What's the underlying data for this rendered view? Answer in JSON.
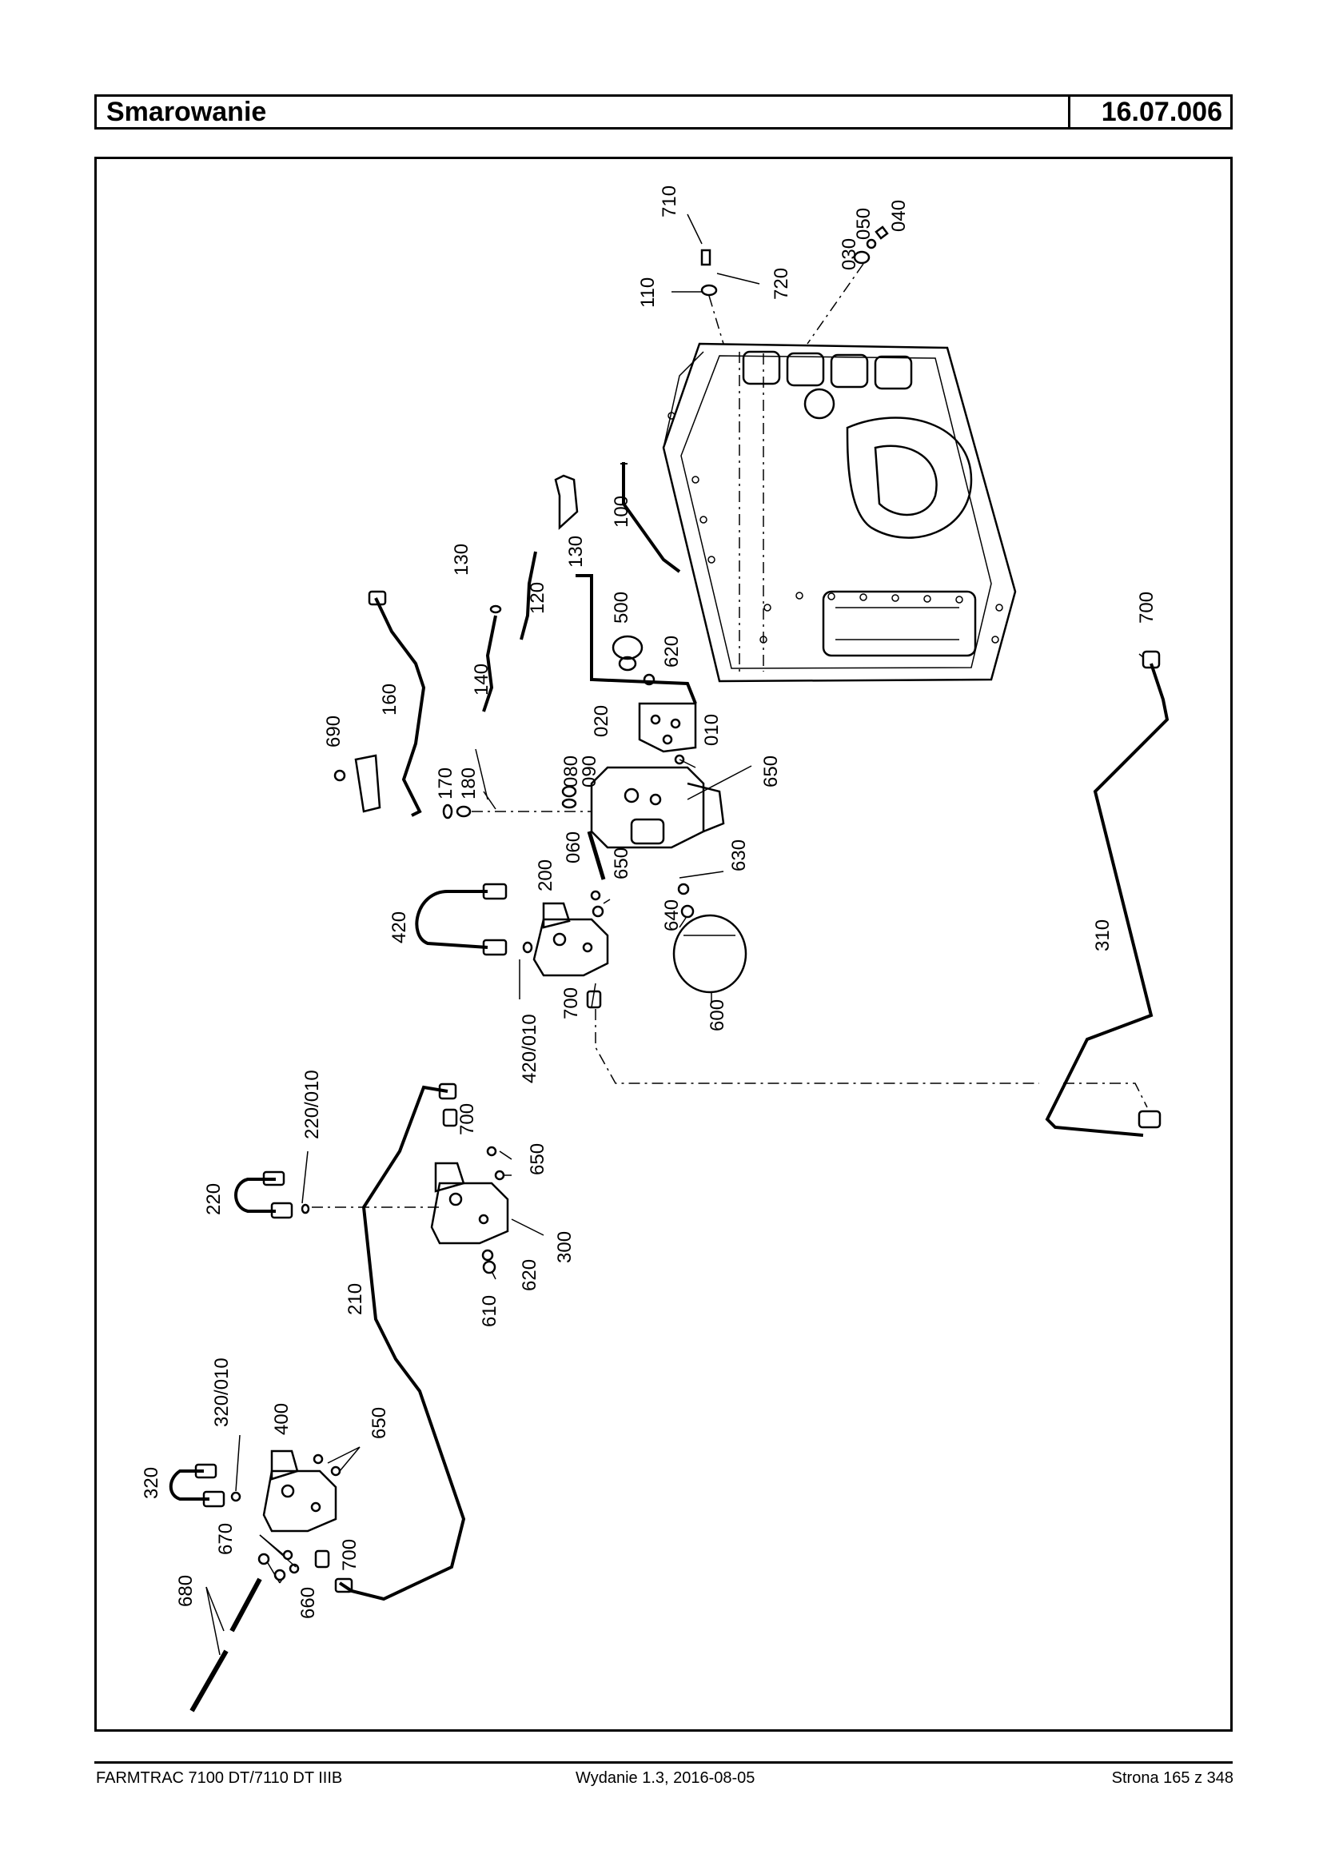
{
  "header": {
    "title": "Smarowanie",
    "code": "16.07.006"
  },
  "footer": {
    "model": "FARMTRAC 7100 DT/7110 DT IIIB",
    "edition": "Wydanie 1.3,  2016-08-05",
    "page": "Strona 165 z 348"
  },
  "callouts": {
    "p710": "710",
    "p110": "110",
    "p720": "720",
    "p030": "030",
    "p050": "050",
    "p040": "040",
    "p130a": "130",
    "p100": "100",
    "p130b": "130",
    "p120": "120",
    "p140": "140",
    "p500": "500",
    "p620a": "620",
    "p160": "160",
    "p690": "690",
    "p170": "170",
    "p180": "180",
    "p020": "020",
    "p010": "010",
    "p080": "080",
    "p090": "090",
    "p650a": "650",
    "p060": "060",
    "p650b": "650",
    "p200": "200",
    "p420": "420",
    "p630": "630",
    "p640": "640",
    "p600": "600",
    "p700a": "700",
    "p420_010": "420/010",
    "p700b": "700",
    "p310": "310",
    "p220_010": "220/010",
    "p220": "220",
    "p700c": "700",
    "p650c": "650",
    "p300": "300",
    "p620b": "620",
    "p610": "610",
    "p210": "210",
    "p320_010": "320/010",
    "p400": "400",
    "p650d": "650",
    "p320": "320",
    "p670": "670",
    "p700d": "700",
    "p680": "680",
    "p660": "660"
  }
}
